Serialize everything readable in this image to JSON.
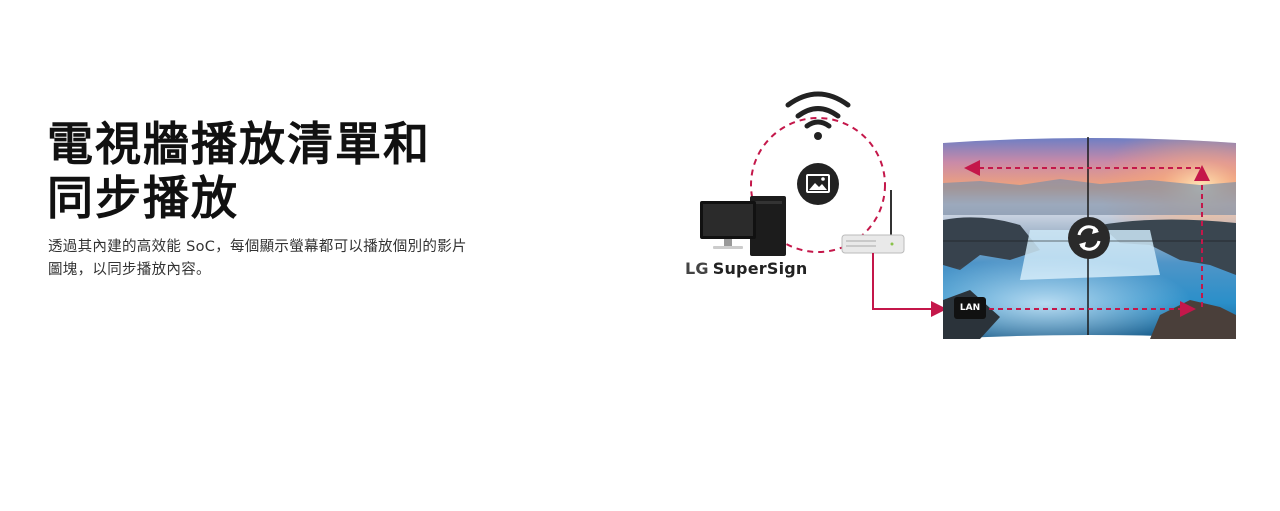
{
  "headline": {
    "line1": "電視牆播放清單和",
    "line2": "同步播放"
  },
  "description": "透過其內建的高效能 SoC，每個顯示螢幕都可以播放個別的影片圖塊，以同步播放內容。",
  "diagram": {
    "brand_lg": "LG",
    "brand_product": "SuperSign",
    "lan_label": "LAN",
    "icons": [
      "wifi-icon",
      "image-icon",
      "pc-icon",
      "router-icon",
      "sync-icon"
    ],
    "accent_color": "#c4174a"
  }
}
